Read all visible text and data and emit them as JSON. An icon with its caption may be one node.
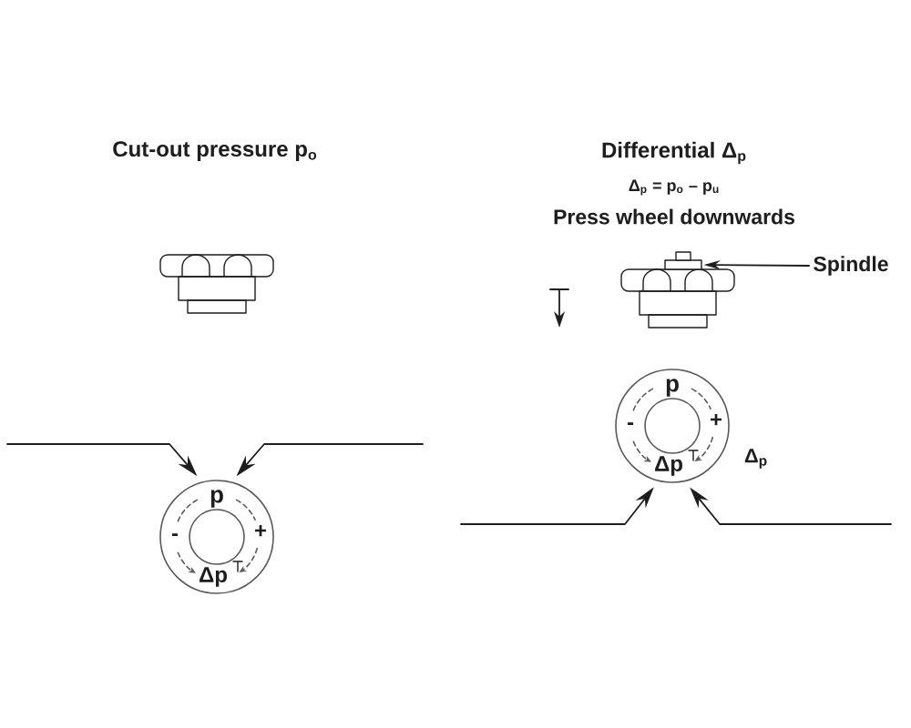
{
  "diagram": {
    "nodes": [
      {
        "text": [
          "p",
          "-",
          "+",
          "Δp"
        ]
      },
      {
        "text": [],
        "shape": "box"
      },
      {
        "text": [
          "Spindle"
        ]
      },
      {
        "text": [
          "p",
          "-",
          "+",
          "Δp"
        ],
        "beside": [
          "Δ$_{p}$"
        ]
      }
    ],
    "edges": [
      {
        "from": null,
        "to": 0,
        "arrow": "to"
      },
      {
        "from": null,
        "to": 0,
        "arrow": "to"
      },
      {
        "from": 2,
        "to": 1,
        "arrow": "to"
      },
      {
        "from": null,
        "to": 3,
        "arrow": "to"
      },
      {
        "from": null,
        "to": 3,
        "arrow": "to"
      }
    ],
    "labels": [
      "Cut-out pressure p$_{o}$",
      "Differential Δ$_{p}$",
      "Δ$_{p}$ = p$_{o}$ – p$_{u}$",
      "Press wheel downwards"
    ]
  }
}
